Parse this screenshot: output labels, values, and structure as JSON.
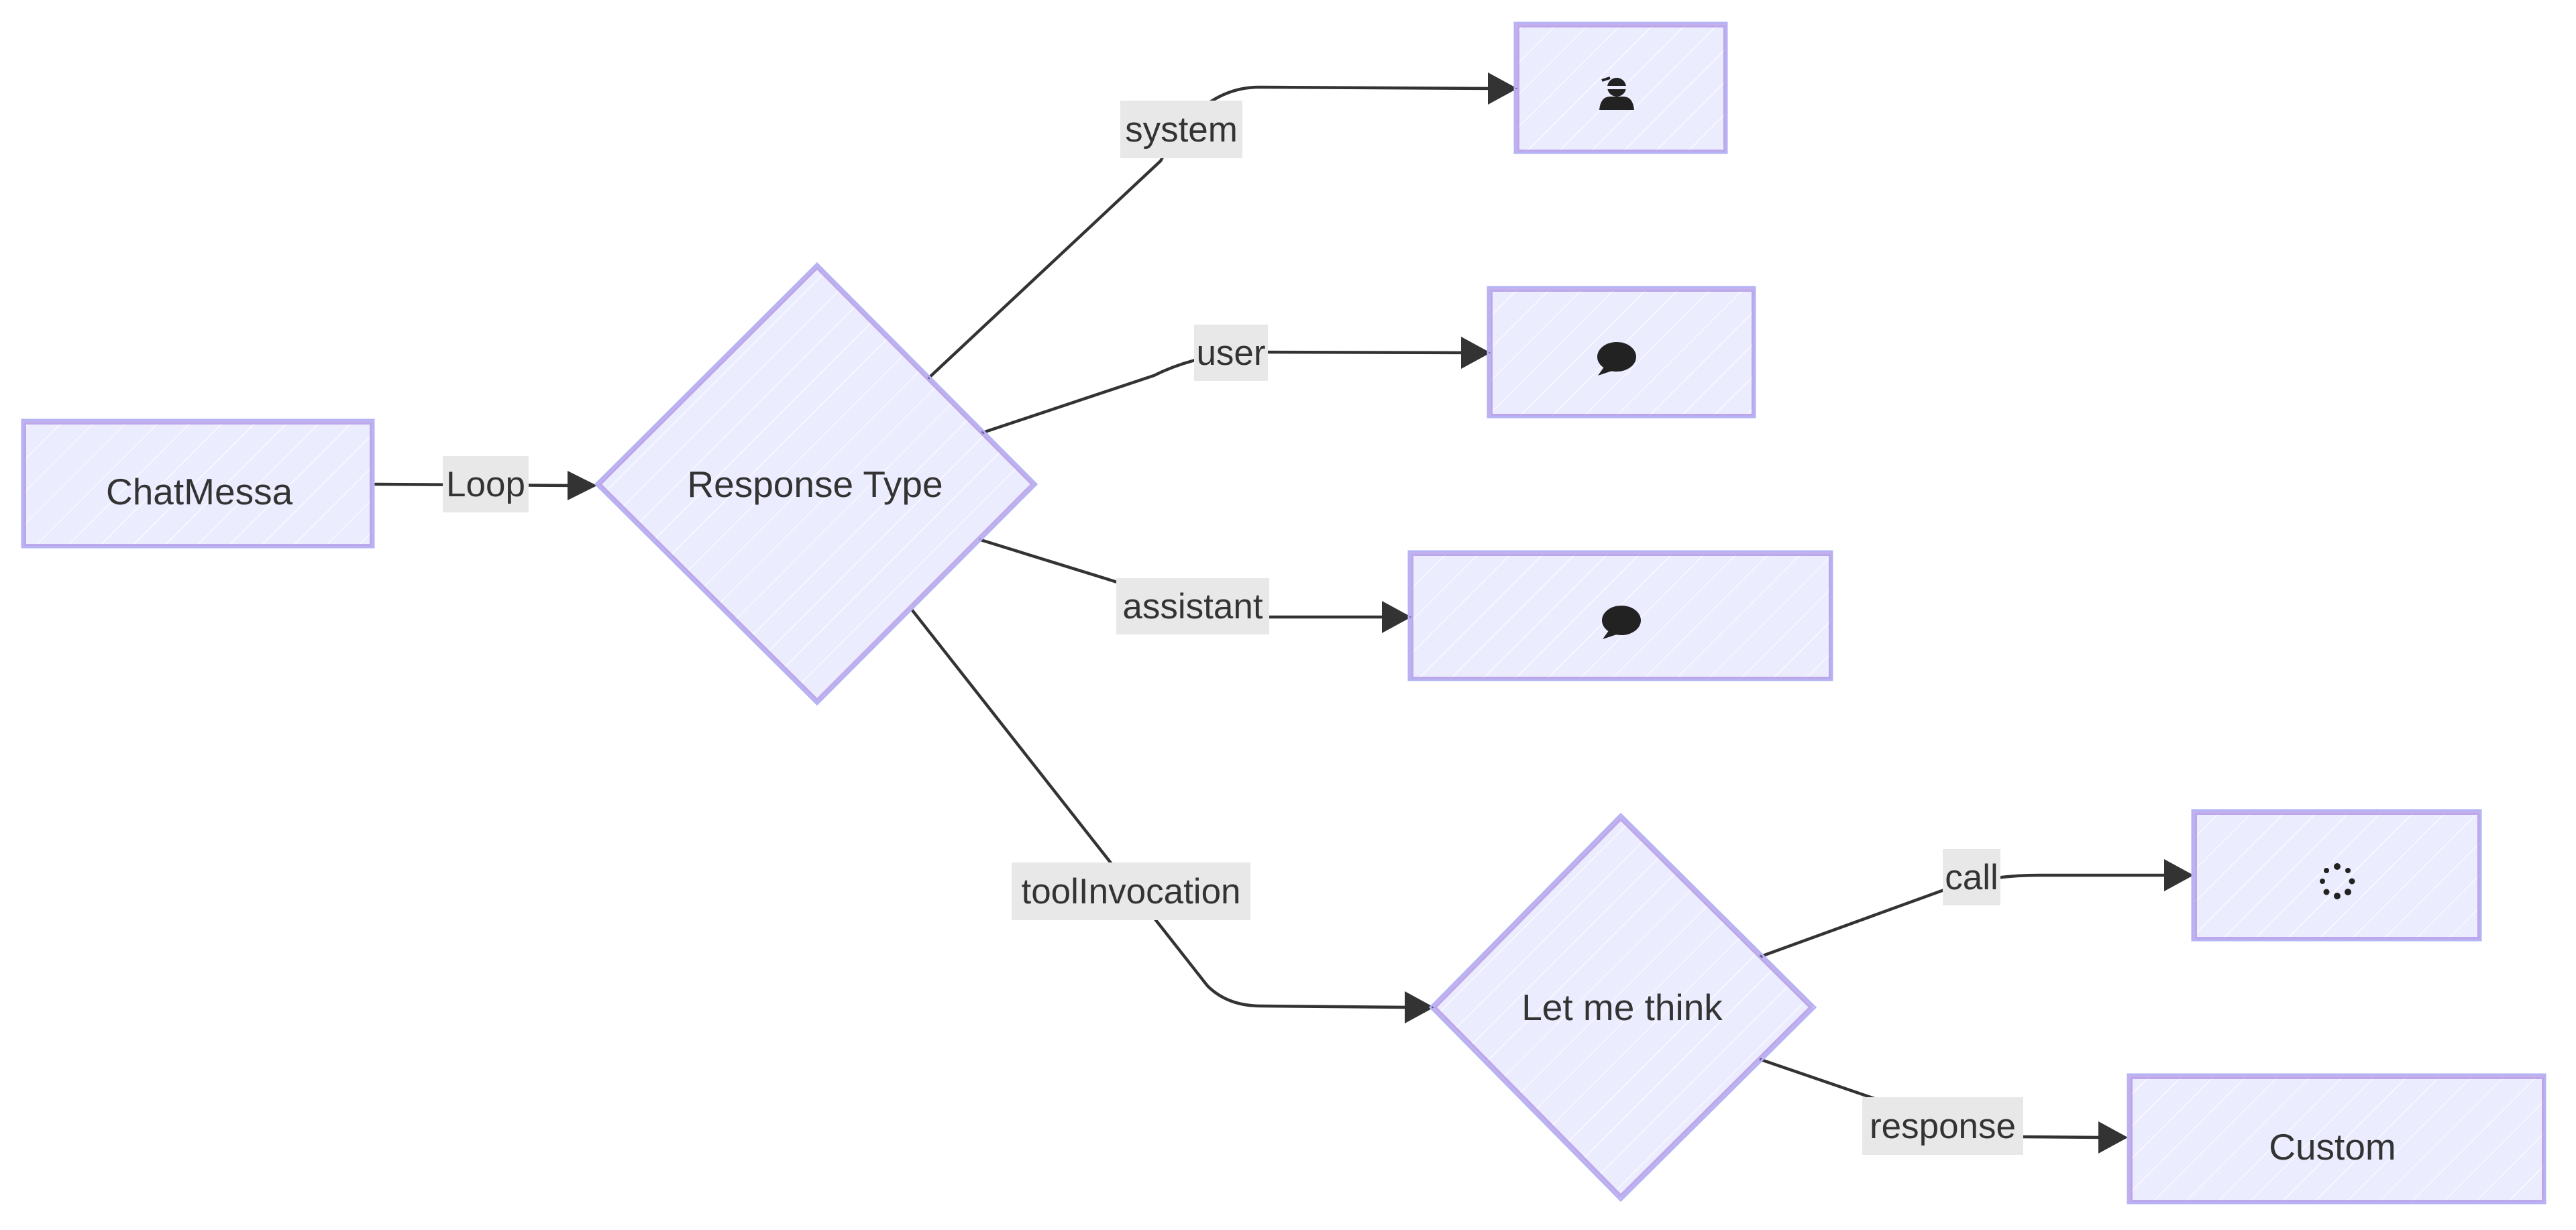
{
  "nodes": {
    "chat_message": {
      "label": "ChatMessa"
    },
    "response_type": {
      "label": "Response Type"
    },
    "system_node": {
      "icon": "user-secret-icon"
    },
    "user_node": {
      "icon": "comment-icon"
    },
    "assistant_node": {
      "icon": "comment-icon"
    },
    "tool_decision": {
      "label": "Let me think"
    },
    "call_node": {
      "icon": "spinner-icon"
    },
    "custom_node": {
      "label": "Custom"
    }
  },
  "edges": {
    "loop": "Loop",
    "system": "system",
    "user": "user",
    "assistant": "assistant",
    "tool_invocation": "toolInvocation",
    "call": "call",
    "response": "response"
  },
  "colors": {
    "node_fill": "#ECECFF",
    "node_stroke": "#9370DB",
    "edge": "#333333",
    "edge_label_bg": "#e8e8e8"
  }
}
